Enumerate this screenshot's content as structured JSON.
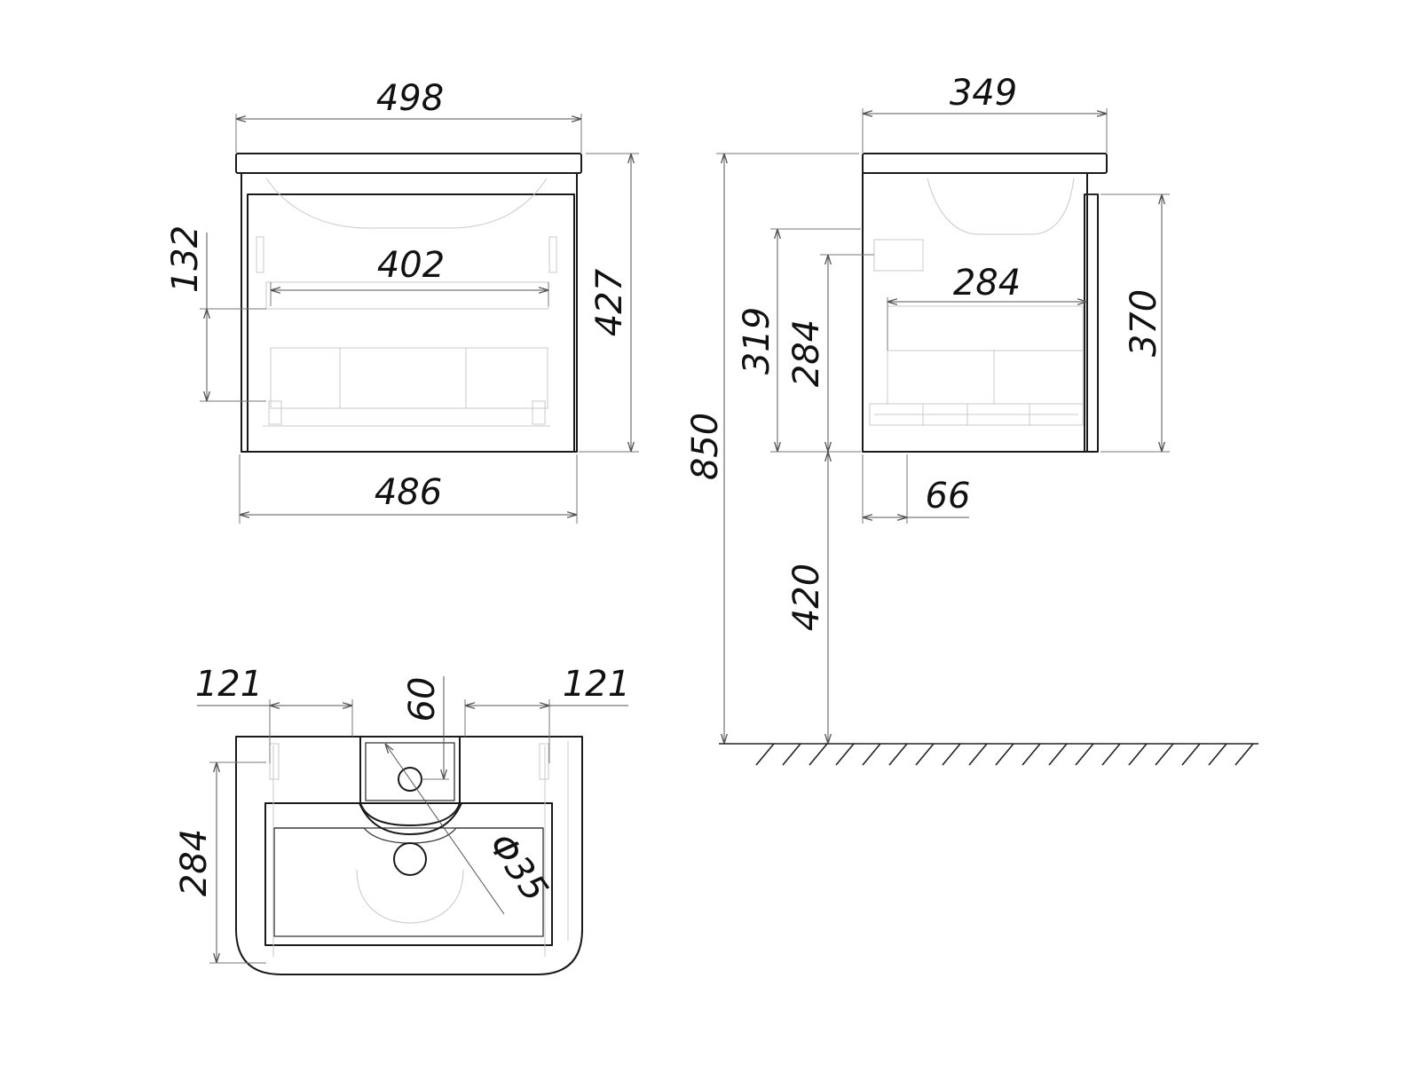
{
  "colors": {
    "outline": "#1a1a1a",
    "hidden_line": "#c8c8c8",
    "dimension_line": "#555555",
    "background": "#ffffff"
  },
  "front_view": {
    "width_top": "498",
    "width_bottom": "486",
    "inner_width": "402",
    "height": "427",
    "side_dim": "132"
  },
  "side_view": {
    "depth_top": "349",
    "inner_depth": "284",
    "bottom_offset": "66",
    "dim_319": "319",
    "dim_284": "284",
    "door_height": "370"
  },
  "mounting": {
    "total_height": "850",
    "floor_clearance": "420"
  },
  "top_view": {
    "left_offset": "121",
    "right_offset": "121",
    "tap_hole_offset": "60",
    "hole_diameter": "Φ35",
    "basin_depth": "284"
  }
}
